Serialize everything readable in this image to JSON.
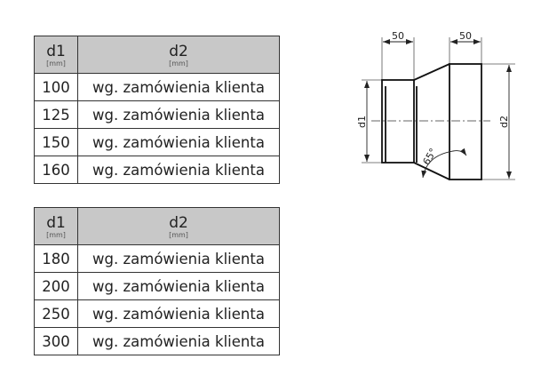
{
  "tables": [
    {
      "header": {
        "col1": "d1",
        "col1_unit": "[mm]",
        "col2": "d2",
        "col2_unit": "[mm]"
      },
      "rows": [
        {
          "d1": "100",
          "d2": "wg. zamówienia klienta"
        },
        {
          "d1": "125",
          "d2": "wg. zamówienia klienta"
        },
        {
          "d1": "150",
          "d2": "wg. zamówienia klienta"
        },
        {
          "d1": "160",
          "d2": "wg. zamówienia klienta"
        }
      ]
    },
    {
      "header": {
        "col1": "d1",
        "col1_unit": "[mm]",
        "col2": "d2",
        "col2_unit": "[mm]"
      },
      "rows": [
        {
          "d1": "180",
          "d2": "wg. zamówienia klienta"
        },
        {
          "d1": "200",
          "d2": "wg. zamówienia klienta"
        },
        {
          "d1": "250",
          "d2": "wg. zamówienia klienta"
        },
        {
          "d1": "300",
          "d2": "wg. zamówienia klienta"
        }
      ]
    }
  ],
  "diagram": {
    "dim_left_length": "50",
    "dim_right_length": "50",
    "label_d1": "d1",
    "label_d2": "d2",
    "angle": "65°"
  },
  "colors": {
    "header_bg": "#c8c8c8",
    "line": "#333333"
  }
}
